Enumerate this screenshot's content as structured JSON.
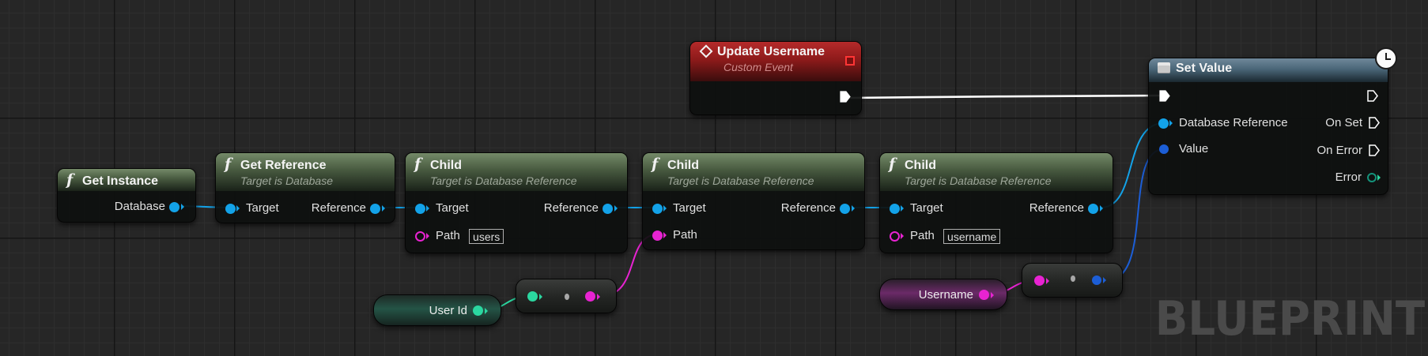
{
  "graph": {
    "watermark": "BLUEPRINT",
    "colors": {
      "object_reference": "#13a2e8",
      "struct_reference": "#1c5ed6",
      "string": "#e823d2",
      "integer": "#2bd7a0",
      "exec": "#ffffff",
      "event_header": "#8d1a1a",
      "function_header": "#47593f",
      "setter_header": "#4a6678"
    }
  },
  "nodes": {
    "get_instance": {
      "icon": "function-icon",
      "fn_glyph": "f",
      "title": "Get Instance",
      "outputs": [
        "Database"
      ]
    },
    "get_reference": {
      "icon": "function-icon",
      "fn_glyph": "f",
      "title": "Get Reference",
      "subtitle": "Target is Database",
      "input": "Target",
      "output": "Reference"
    },
    "child_1": {
      "icon": "function-icon",
      "fn_glyph": "f",
      "title": "Child",
      "subtitle": "Target is Database Reference",
      "input_target": "Target",
      "output": "Reference",
      "input_path": "Path",
      "path_value": "users"
    },
    "child_2": {
      "icon": "function-icon",
      "fn_glyph": "f",
      "title": "Child",
      "subtitle": "Target is Database Reference",
      "input_target": "Target",
      "output": "Reference",
      "input_path": "Path"
    },
    "child_3": {
      "icon": "function-icon",
      "fn_glyph": "f",
      "title": "Child",
      "subtitle": "Target is Database Reference",
      "input_target": "Target",
      "output": "Reference",
      "input_path": "Path",
      "path_value": "username"
    },
    "update_username": {
      "icon": "custom-event-icon",
      "title": "Update Username",
      "subtitle": "Custom Event"
    },
    "set_value": {
      "icon": "setter-icon",
      "badge_icon": "latent-clock-icon",
      "title": "Set Value",
      "inputs": [
        "Database Reference",
        "Value"
      ],
      "outputs": [
        "On Set",
        "On Error",
        "Error"
      ]
    },
    "user_id_var": {
      "label": "User Id"
    },
    "username_var": {
      "label": "Username"
    }
  }
}
